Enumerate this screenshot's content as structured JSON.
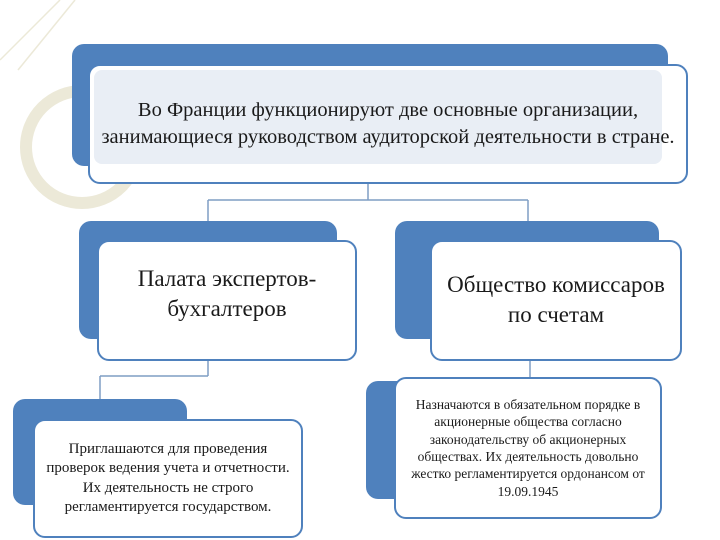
{
  "diagram": {
    "top": {
      "text": "Во Франции функционируют две основные организации, занимающиеся руководством аудиторской деятельности в стране."
    },
    "left": {
      "title": "Палата экспертов-бухгалтеров",
      "detail": "Приглашаются для проведения проверок ведения учета и отчетности. Их деятельность не строго регламентируется государством."
    },
    "right": {
      "title": "Общество комиссаров по счетам",
      "detail": "Назначаются в обязательном порядке в акционерные общества согласно законодательству об акционерных обществах. Их деятельность довольно жестко регламентируется ордонансом от 19.09.1945"
    }
  },
  "colors": {
    "accent": "#4f81bd",
    "highlight": "#e9eef5",
    "decoration": "#ece9d8",
    "connector": "#7f9dc4"
  }
}
